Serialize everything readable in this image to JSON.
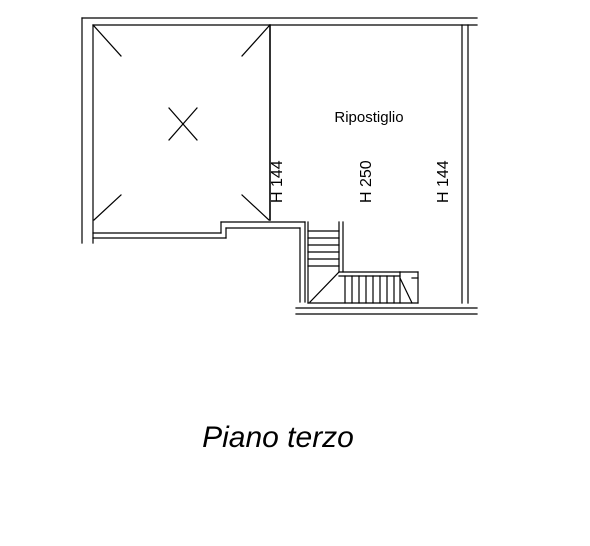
{
  "plan": {
    "title": "Piano terzo",
    "rooms": [
      {
        "label": "Ripostiglio"
      }
    ],
    "heights": [
      {
        "label": "H 144"
      },
      {
        "label": "H 250"
      },
      {
        "label": "H 144"
      }
    ]
  },
  "colors": {
    "line": "#000000",
    "background": "#ffffff"
  }
}
